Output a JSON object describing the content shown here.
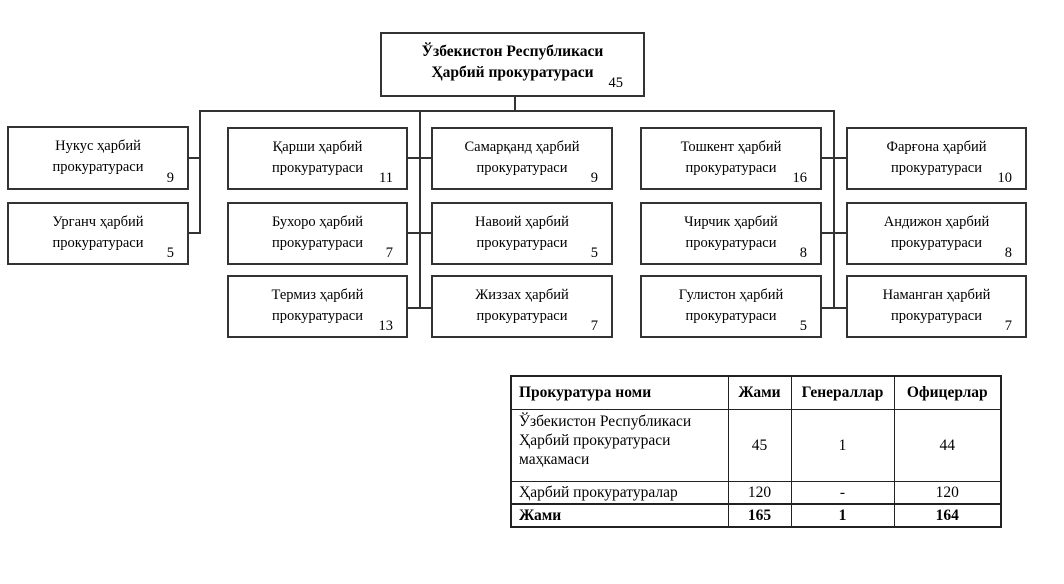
{
  "colors": {
    "background": "#ffffff",
    "text": "#000000",
    "line": "#333333"
  },
  "chart": {
    "type": "org-chart",
    "root": {
      "label": "Ўзбекистон Республикаси\nҲарбий прокуратураси",
      "count": "45"
    },
    "columns": [
      {
        "boxes": [
          {
            "label": "Нукус ҳарбий\nпрокуратураси",
            "count": "9"
          },
          {
            "label": "Урганч ҳарбий\nпрокуратураси",
            "count": "5"
          }
        ]
      },
      {
        "boxes": [
          {
            "label": "Қарши ҳарбий\nпрокуратураси",
            "count": "11"
          },
          {
            "label": "Бухоро ҳарбий\nпрокуратураси",
            "count": "7"
          },
          {
            "label": "Термиз ҳарбий\nпрокуратураси",
            "count": "13"
          }
        ]
      },
      {
        "boxes": [
          {
            "label": "Самарқанд ҳарбий\nпрокуратураси",
            "count": "9"
          },
          {
            "label": "Навоий ҳарбий\nпрокуратураси",
            "count": "5"
          },
          {
            "label": "Жиззах ҳарбий\nпрокуратураси",
            "count": "7"
          }
        ]
      },
      {
        "boxes": [
          {
            "label": "Тошкент ҳарбий\nпрокуратураси",
            "count": "16"
          },
          {
            "label": "Чирчик ҳарбий\nпрокуратураси",
            "count": "8"
          },
          {
            "label": "Гулистон ҳарбий\nпрокуратураси",
            "count": "5"
          }
        ]
      },
      {
        "boxes": [
          {
            "label": "Фарғона ҳарбий\nпрокуратураси",
            "count": "10"
          },
          {
            "label": "Андижон ҳарбий\nпрокуратураси",
            "count": "8"
          },
          {
            "label": "Наманган ҳарбий\nпрокуратураси",
            "count": "7"
          }
        ]
      }
    ]
  },
  "table": {
    "headers": [
      "Прокуратура номи",
      "Жами",
      "Генераллар",
      "Офицерлар"
    ],
    "rows": [
      {
        "name": "Ўзбекистон Республикаси Ҳарбий прокуратураси маҳкамаси",
        "values": [
          "45",
          "1",
          "44"
        ]
      },
      {
        "name": "Ҳарбий прокуратуралар",
        "values": [
          "120",
          "-",
          "120"
        ]
      },
      {
        "name": "Жами",
        "values": [
          "165",
          "1",
          "164"
        ]
      }
    ]
  }
}
